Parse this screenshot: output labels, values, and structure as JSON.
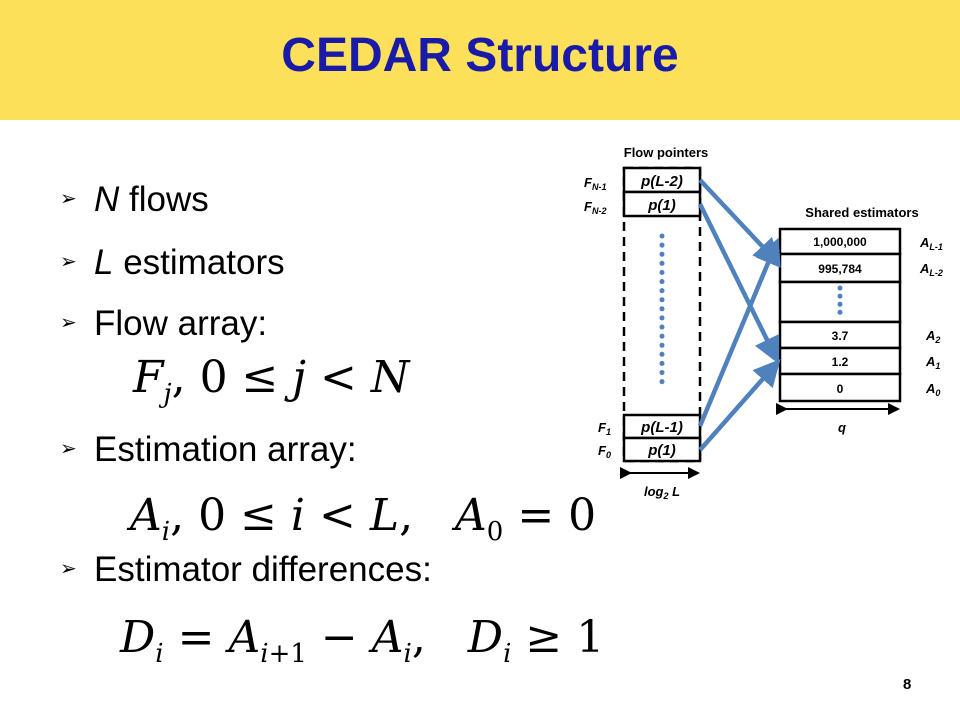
{
  "slide": {
    "title": "CEDAR Structure",
    "page_number": "8",
    "bullets": {
      "b1_var": "N",
      "b1_text": " flows",
      "b2_var": "L",
      "b2_text": " estimators",
      "b3_text": "Flow array:",
      "b4_text": "Estimation array:",
      "b5_text": "Estimator differences:"
    },
    "bullet_icon": "arrow-bullet-icon"
  },
  "diagram": {
    "flow_label": "Flow pointers",
    "shared_label": "Shared estimators",
    "flow_cells": {
      "top1": "p(L-2)",
      "top2": "p(1)",
      "bottom1": "p(L-1)",
      "bottom2": "p(1)"
    },
    "flow_row_labels": {
      "fn1": "F",
      "fn1_sub": "N-1",
      "fn2": "F",
      "fn2_sub": "N-2",
      "f1": "F",
      "f1_sub": "1",
      "f0": "F",
      "f0_sub": "0"
    },
    "width_label_flow": "log",
    "width_label_flow_sub": "2",
    "width_label_flow_tail": " L",
    "width_label_est": "q",
    "estimator_cells": {
      "e1": "1,000,000",
      "e2": "995,784",
      "e3": "3.7",
      "e4": "1.2",
      "e5": "0"
    },
    "estimator_row_labels": {
      "al1": "A",
      "al1_sub": "L-1",
      "al2": "A",
      "al2_sub": "L-2",
      "a2": "A",
      "a2_sub": "2",
      "a1": "A",
      "a1_sub": "1",
      "a0": "A",
      "a0_sub": "0"
    },
    "colors": {
      "arrow": "#4f81bd",
      "box_border": "#000000",
      "dots": "#4f81bd",
      "title_band": "#fde05a",
      "title_text": "#1a1aa8"
    }
  }
}
